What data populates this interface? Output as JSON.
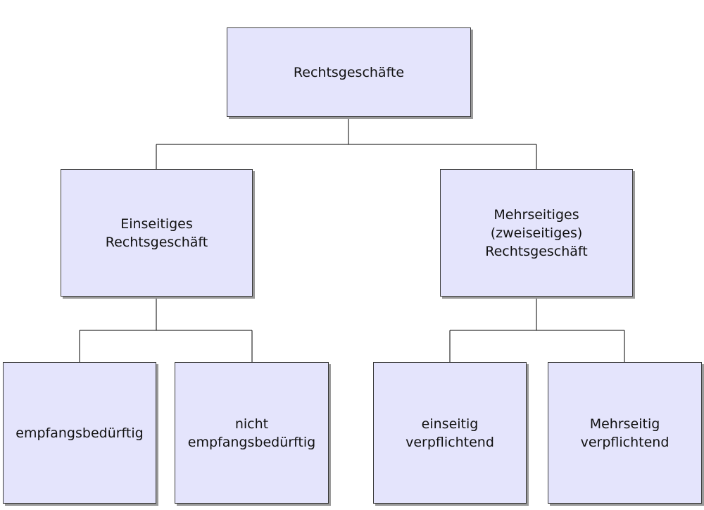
{
  "tree": {
    "root": {
      "label": "Rechtsgeschäfte"
    },
    "einseitig": {
      "label": "Einseitiges\nRechtsgeschäft"
    },
    "mehrseitig": {
      "label": "Mehrseitiges\n(zweiseitiges)\nRechtsgeschäft"
    },
    "empfangsbeduerftig": {
      "label": "empfangsbedürftig"
    },
    "nicht_empfangsbeduerftig": {
      "label": "nicht\nempfangsbedürftig"
    },
    "einseitig_verpflichtend": {
      "label": "einseitig\nverpflichtend"
    },
    "mehrseitig_verpflichtend": {
      "label": "Mehrseitig\nverpflichtend"
    }
  },
  "colors": {
    "box_fill": "#e4e4fc",
    "box_border": "#3a3a3a",
    "shadow": "#9a9a9a",
    "connector": "#000000"
  }
}
